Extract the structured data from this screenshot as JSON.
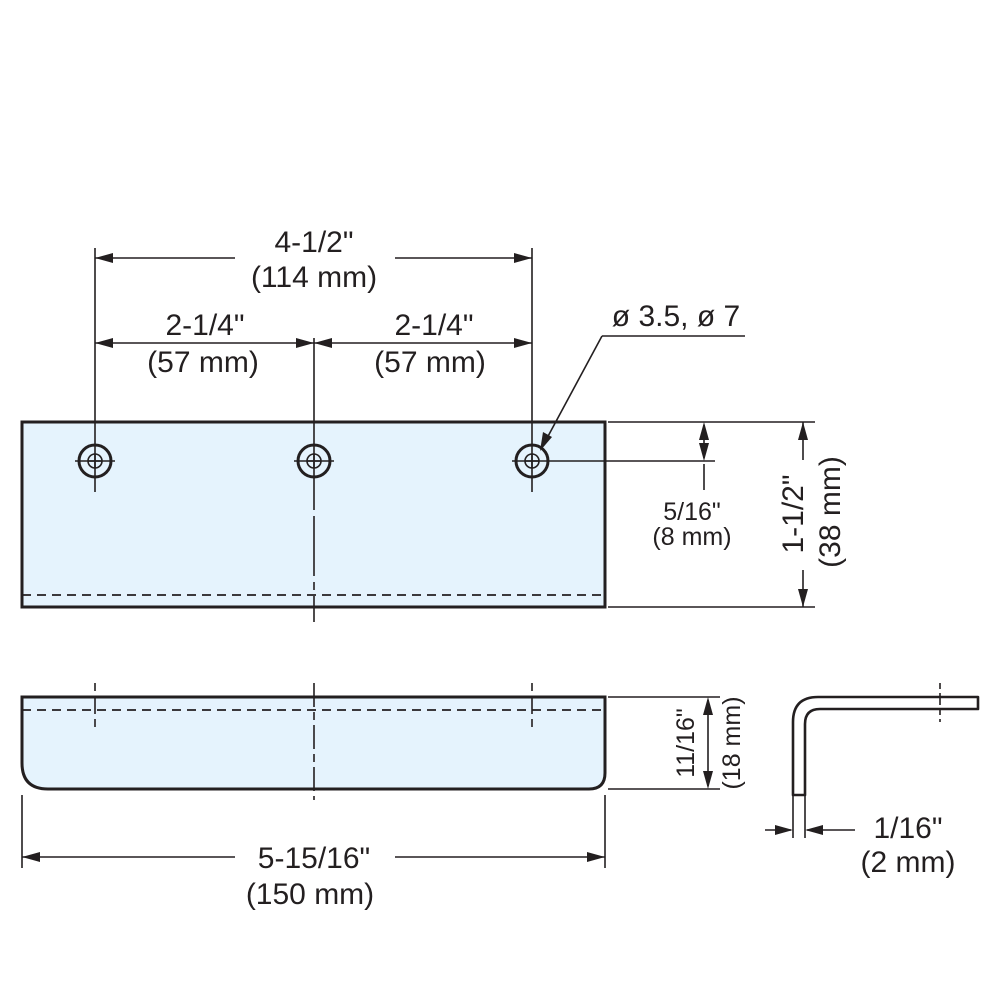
{
  "drawing": {
    "accent_fill": "#e5f3fd",
    "line_color": "#231f20",
    "dimensions": {
      "hole_span_in": "4-1/2\"",
      "hole_span_mm": "(114 mm)",
      "half_span_left_in": "2-1/4\"",
      "half_span_left_mm": "(57 mm)",
      "half_span_right_in": "2-1/4\"",
      "half_span_right_mm": "(57 mm)",
      "hole_diameter": "ø 3.5, ø 7",
      "hole_offset_in": "5/16\"",
      "hole_offset_mm": "(8 mm)",
      "height_in": "1-1/2\"",
      "height_mm": "(38 mm)",
      "flange_in": "11/16\"",
      "flange_mm": "(18 mm)",
      "length_in": "5-15/16\"",
      "length_mm": "(150 mm)",
      "thickness_in": "1/16\"",
      "thickness_mm": "(2 mm)"
    }
  }
}
